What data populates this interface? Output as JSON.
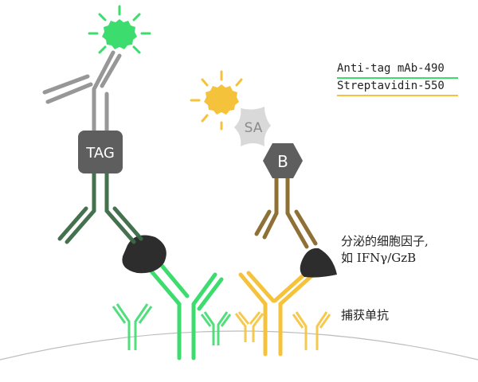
{
  "legend": {
    "items": [
      {
        "label": "Anti-tag mAb-490",
        "color": "#3ddc6e"
      },
      {
        "label": "Streptavidin-550",
        "color": "#f5c33b"
      }
    ]
  },
  "labels": {
    "tag": "TAG",
    "sa": "SA",
    "biotin": "B",
    "cytokine_line1": "分泌的细胞因子,",
    "cytokine_line2": "如 IFNγ/GzB",
    "capture": "捕获单抗"
  },
  "colors": {
    "green": "#3ddc6e",
    "orange": "#f5c33b",
    "gray": "#8c8c8c",
    "dark_green": "#3a6a45",
    "brown": "#8a6a2c",
    "node": "#5e5e5e",
    "blob": "#2d2d2d"
  }
}
